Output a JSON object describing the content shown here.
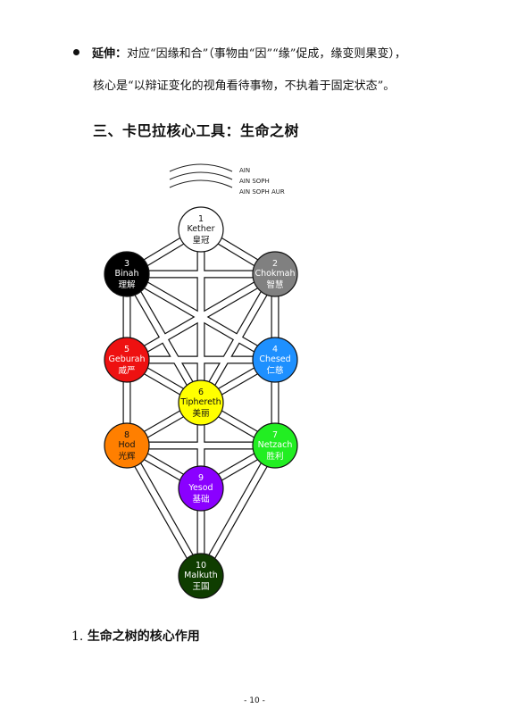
{
  "bullet": {
    "term": "延伸：",
    "text": "对应“因缘和合”（事物由“因”“缘”促成，缘变则果变），",
    "continuation": "核心是“以辩证变化的视角看待事物，不执着于固定状态”。"
  },
  "section_heading": "三、卡巴拉核心工具：生命之树",
  "diagram": {
    "ain_labels": [
      "AIN",
      "AIN SOPH",
      "AIN SOPH AUR"
    ],
    "sephirot": [
      {
        "id": "kether",
        "num": "1",
        "name": "Kether",
        "cn": "皇冠",
        "fill": "#ffffff",
        "text_color": "#111111"
      },
      {
        "id": "chokmah",
        "num": "2",
        "name": "Chokmah",
        "cn": "智慧",
        "fill": "#808080",
        "text_color": "#ffffff"
      },
      {
        "id": "binah",
        "num": "3",
        "name": "Binah",
        "cn": "理解",
        "fill": "#000000",
        "text_color": "#ffffff"
      },
      {
        "id": "chesed",
        "num": "4",
        "name": "Chesed",
        "cn": "仁慈",
        "fill": "#1e90ff",
        "text_color": "#ffffff"
      },
      {
        "id": "geburah",
        "num": "5",
        "name": "Geburah",
        "cn": "威严",
        "fill": "#ee1111",
        "text_color": "#ffffff"
      },
      {
        "id": "tiphereth",
        "num": "6",
        "name": "Tiphereth",
        "cn": "美丽",
        "fill": "#ffff00",
        "text_color": "#111111"
      },
      {
        "id": "netzach",
        "num": "7",
        "name": "Netzach",
        "cn": "胜利",
        "fill": "#22ee22",
        "text_color": "#ffffff"
      },
      {
        "id": "hod",
        "num": "8",
        "name": "Hod",
        "cn": "光辉",
        "fill": "#ff7f00",
        "text_color": "#111111"
      },
      {
        "id": "yesod",
        "num": "9",
        "name": "Yesod",
        "cn": "基础",
        "fill": "#8a00ff",
        "text_color": "#ffffff"
      },
      {
        "id": "malkuth",
        "num": "10",
        "name": "Malkuth",
        "cn": "王国",
        "fill": "#0f3d00",
        "text_color": "#ffffff"
      }
    ],
    "paths": [
      [
        "kether",
        "chokmah"
      ],
      [
        "kether",
        "binah"
      ],
      [
        "kether",
        "tiphereth"
      ],
      [
        "chokmah",
        "binah"
      ],
      [
        "chokmah",
        "tiphereth"
      ],
      [
        "chokmah",
        "chesed"
      ],
      [
        "chokmah",
        "geburah"
      ],
      [
        "binah",
        "tiphereth"
      ],
      [
        "binah",
        "geburah"
      ],
      [
        "binah",
        "chesed"
      ],
      [
        "chesed",
        "geburah"
      ],
      [
        "chesed",
        "tiphereth"
      ],
      [
        "chesed",
        "netzach"
      ],
      [
        "geburah",
        "tiphereth"
      ],
      [
        "geburah",
        "hod"
      ],
      [
        "tiphereth",
        "netzach"
      ],
      [
        "tiphereth",
        "hod"
      ],
      [
        "tiphereth",
        "yesod"
      ],
      [
        "netzach",
        "hod"
      ],
      [
        "netzach",
        "yesod"
      ],
      [
        "netzach",
        "malkuth"
      ],
      [
        "hod",
        "yesod"
      ],
      [
        "hod",
        "malkuth"
      ],
      [
        "yesod",
        "malkuth"
      ]
    ]
  },
  "sub_heading": {
    "num": "1.",
    "text": "生命之树的核心作用"
  },
  "page_number": "- 10 -"
}
